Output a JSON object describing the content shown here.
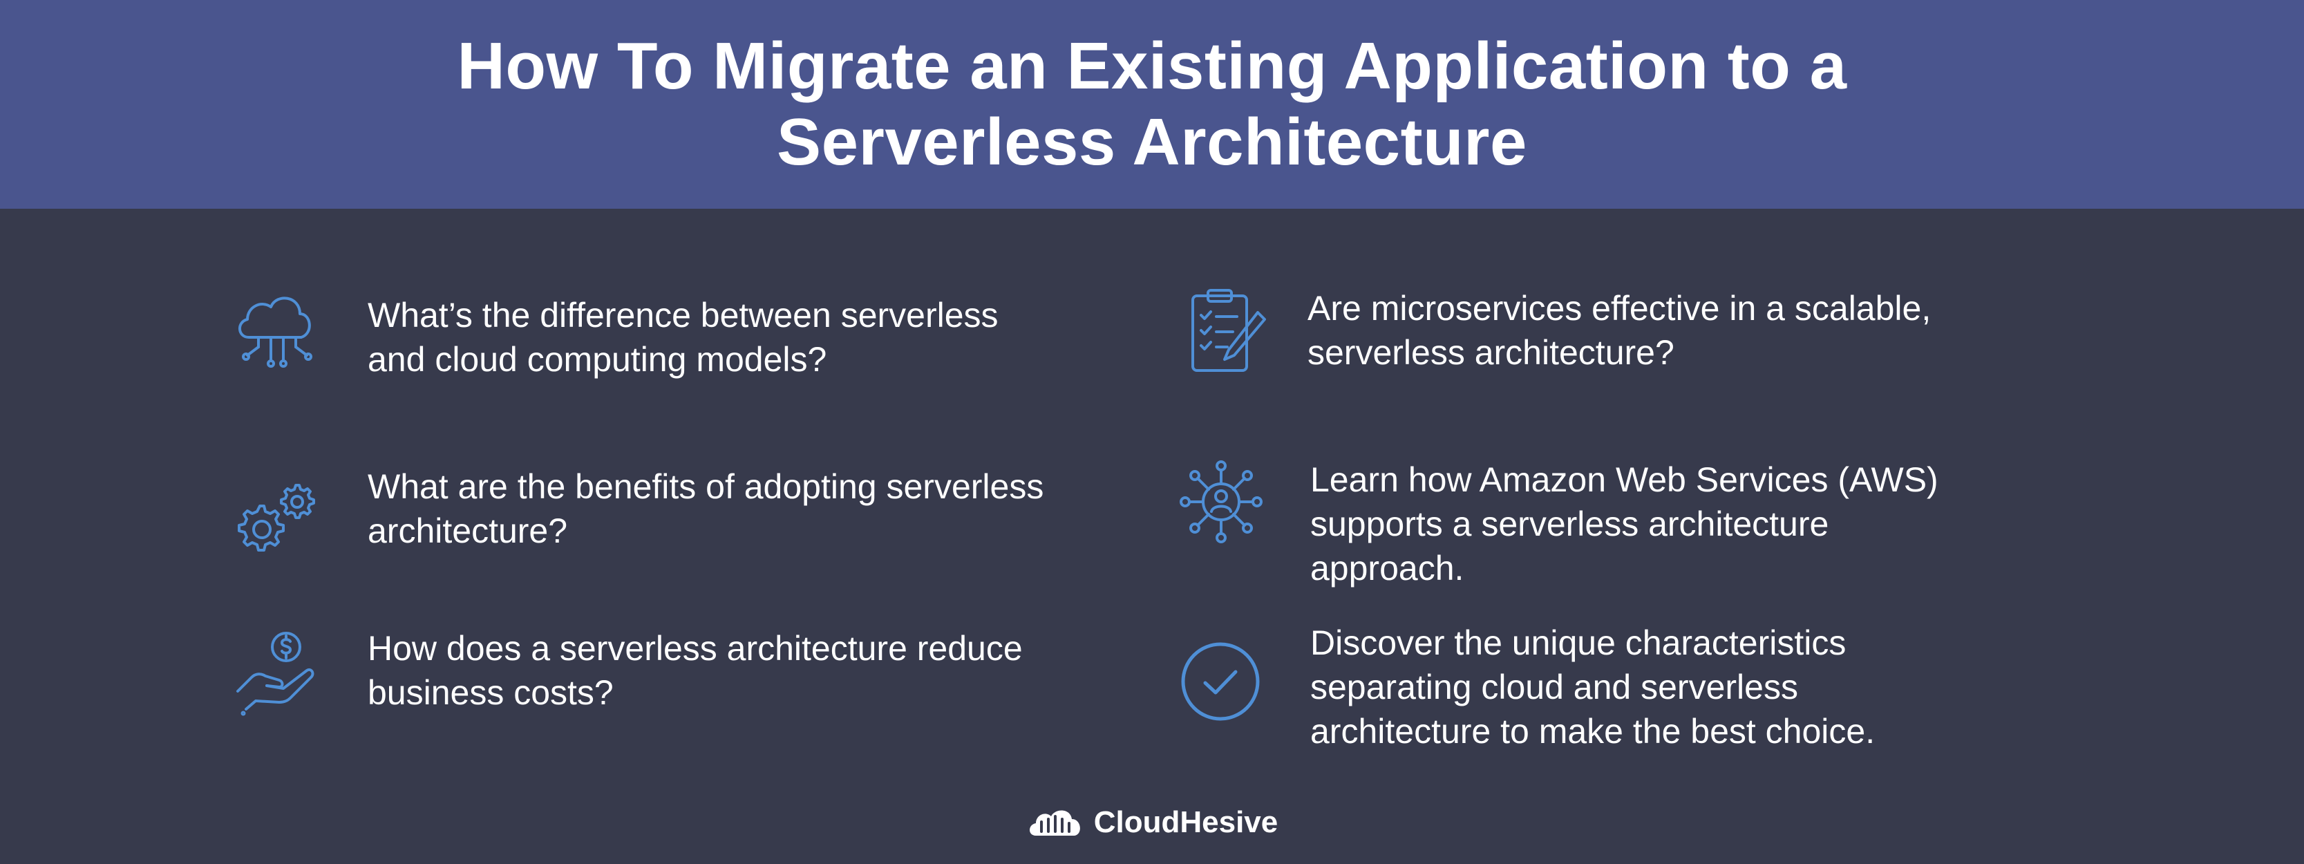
{
  "header": {
    "title_line1": "How To Migrate an Existing Application to a",
    "title_line2": "Serverless Architecture"
  },
  "items": [
    {
      "icon": "cloud-network-icon",
      "lines": [
        "What’s the difference between serverless",
        "and cloud computing models?"
      ]
    },
    {
      "icon": "gears-icon",
      "lines": [
        "What are the benefits of adopting serverless",
        "architecture?"
      ]
    },
    {
      "icon": "hand-coin-icon",
      "lines": [
        "How does a serverless architecture reduce",
        "business costs?"
      ]
    },
    {
      "icon": "clipboard-checklist-icon",
      "lines": [
        "Are microservices effective in a scalable,",
        "serverless architecture?"
      ]
    },
    {
      "icon": "user-network-icon",
      "lines": [
        "Learn how Amazon Web Services (AWS)",
        "supports a serverless architecture",
        "approach."
      ]
    },
    {
      "icon": "check-circle-icon",
      "lines": [
        "Discover the unique characteristics",
        "separating cloud and serverless",
        "architecture to make the best choice."
      ]
    }
  ],
  "footer": {
    "brand": "CloudHesive"
  },
  "colors": {
    "header_bg": "#4a558e",
    "body_bg": "#373a4c",
    "icon": "#4f8fd6",
    "text": "#ffffff"
  }
}
